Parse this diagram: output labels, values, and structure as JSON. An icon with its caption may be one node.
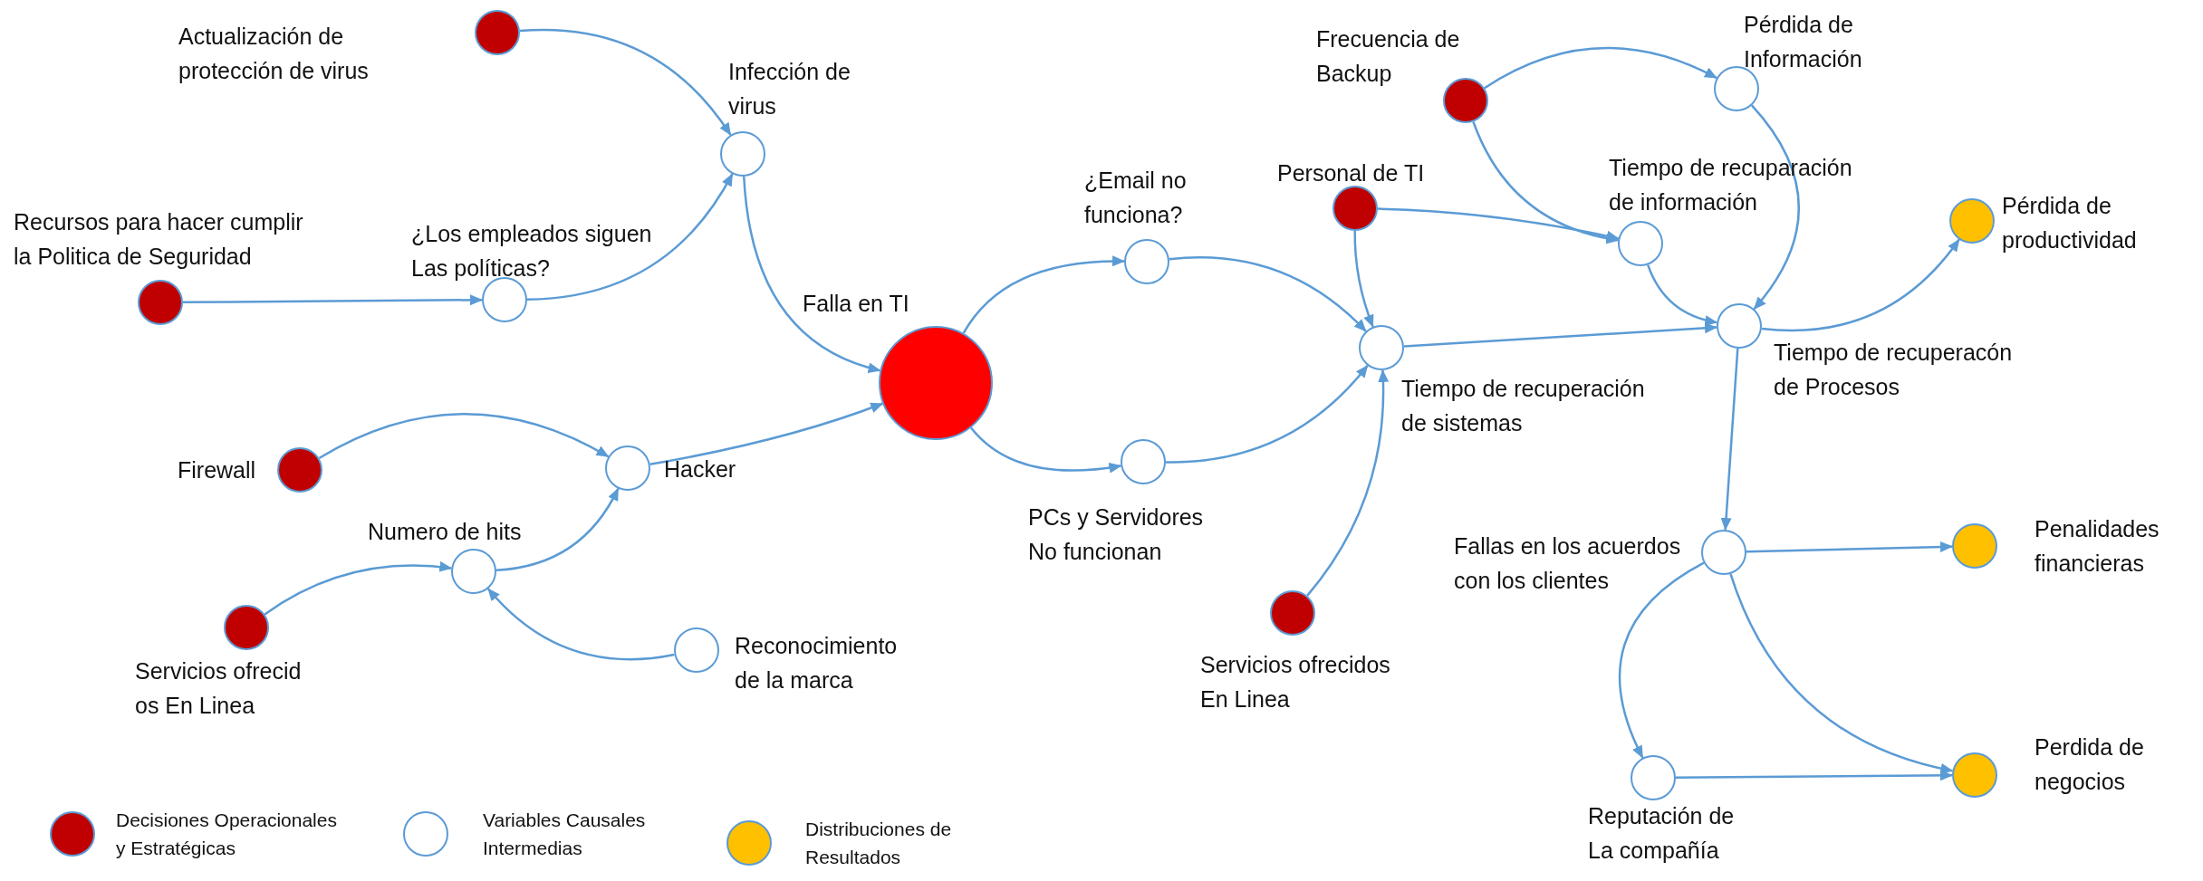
{
  "diagram": {
    "nodes": [
      {
        "text": [
          "Actualización de protección de virus"
        ]
      },
      {
        "text": [
          "Infección de virus"
        ]
      },
      {
        "text": [
          "Recursos para hacer cumplir la Politica de Seguridad"
        ]
      },
      {
        "text": [
          "¿Los empleados siguen Las políticas?"
        ]
      },
      {
        "text": [
          "Falla en TI"
        ]
      },
      {
        "text": [
          "Firewall"
        ]
      },
      {
        "text": [
          "Hacker"
        ]
      },
      {
        "text": [
          "Numero de hits"
        ]
      },
      {
        "text": [
          "Servicios ofrecid os En Linea"
        ]
      },
      {
        "text": [
          "Reconocimiento de la marca"
        ]
      },
      {
        "text": [
          "¿Email no funciona?"
        ]
      },
      {
        "text": [
          "PCs y Servidores No funcionan"
        ]
      },
      {
        "text": [
          "Personal de TI"
        ]
      },
      {
        "text": [
          "Tiempo de recuperación de sistemas"
        ]
      },
      {
        "text": [
          "Servicios ofrecidos En Linea"
        ]
      },
      {
        "text": [
          "Frecuencia de Backup"
        ]
      },
      {
        "text": [
          "Pérdida de Información"
        ]
      },
      {
        "text": [
          "Tiempo de recuparación de información"
        ]
      },
      {
        "text": [
          "Pérdida de productividad"
        ]
      },
      {
        "text": [
          "Tiempo de recuperacón de Procesos"
        ]
      },
      {
        "text": [
          "Fallas en los acuerdos con los clientes"
        ]
      },
      {
        "text": [
          "Penalidades financieras"
        ]
      },
      {
        "text": [
          "Reputación de La compañía"
        ]
      },
      {
        "text": [
          "Perdida de negocios"
        ]
      }
    ],
    "edges": [
      {
        "from": 0,
        "to": 1,
        "arrow": "to"
      },
      {
        "from": 3,
        "to": 1,
        "arrow": "to"
      },
      {
        "from": 2,
        "to": 3,
        "arrow": "to"
      },
      {
        "from": 1,
        "to": 4,
        "arrow": "to"
      },
      {
        "from": 5,
        "to": 6,
        "arrow": "to"
      },
      {
        "from": 6,
        "to": 4,
        "arrow": "to"
      },
      {
        "from": 8,
        "to": 7,
        "arrow": "to"
      },
      {
        "from": 9,
        "to": 7,
        "arrow": "to"
      },
      {
        "from": 7,
        "to": 6,
        "arrow": "to"
      },
      {
        "from": 4,
        "to": 10,
        "arrow": "to"
      },
      {
        "from": 4,
        "to": 11,
        "arrow": "to"
      },
      {
        "from": 10,
        "to": 13,
        "arrow": "to"
      },
      {
        "from": 11,
        "to": 13,
        "arrow": "to"
      },
      {
        "from": 12,
        "to": 13,
        "arrow": "to"
      },
      {
        "from": 14,
        "to": 13,
        "arrow": "to"
      },
      {
        "from": 12,
        "to": 17,
        "arrow": "to"
      },
      {
        "from": 15,
        "to": 16,
        "arrow": "to"
      },
      {
        "from": 15,
        "to": 17,
        "arrow": "to"
      },
      {
        "from": 16,
        "to": 19,
        "arrow": "to"
      },
      {
        "from": 17,
        "to": 19,
        "arrow": "to"
      },
      {
        "from": 13,
        "to": 19,
        "arrow": "to"
      },
      {
        "from": 19,
        "to": 18,
        "arrow": "to"
      },
      {
        "from": 19,
        "to": 20,
        "arrow": "to"
      },
      {
        "from": 20,
        "to": 21,
        "arrow": "to"
      },
      {
        "from": 20,
        "to": 22,
        "arrow": "to"
      },
      {
        "from": 20,
        "to": 23,
        "arrow": "to"
      },
      {
        "from": 22,
        "to": 23,
        "arrow": "to"
      }
    ],
    "legend": [
      {
        "text": "Decisiones Operacionales y Estratégicas",
        "color": "#c00000"
      },
      {
        "text": "Variables Causales Intermedias",
        "color": "#ffffff"
      },
      {
        "text": "Distribuciones de Resultados",
        "color": "#ffc000"
      }
    ]
  }
}
